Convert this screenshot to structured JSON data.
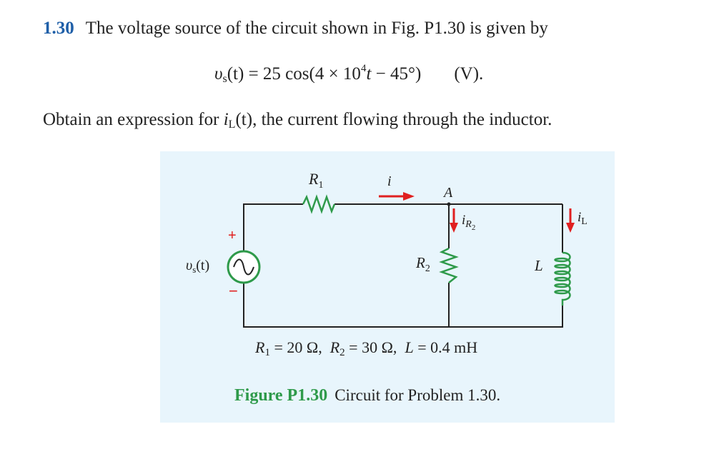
{
  "problem": {
    "number": "1.30",
    "statement": "The voltage source of the circuit shown in Fig. P1.30 is given by",
    "equation": {
      "lhs_var": "υ",
      "lhs_sub": "s",
      "lhs_arg": "(t)",
      "rhs_prefix": " = 25 cos(4 × 10",
      "rhs_exp": "4",
      "rhs_var": "t",
      "rhs_suffix": " − 45°)",
      "unit": "(V)."
    },
    "question_prefix": "Obtain an expression for ",
    "question_var": "i",
    "question_sub": "L",
    "question_arg": "(t)",
    "question_suffix": ", the current flowing through the inductor."
  },
  "figure": {
    "labels": {
      "r1": "R",
      "r1_sub": "1",
      "i": "i",
      "node_a": "A",
      "ir2": "i",
      "ir2_sub": "R",
      "ir2_subsub": "2",
      "r2": "R",
      "r2_sub": "2",
      "l": "L",
      "il": "i",
      "il_sub": "L",
      "vs": "υ",
      "vs_sub": "s",
      "vs_arg": "(t)",
      "plus": "+",
      "minus": "−"
    },
    "params": {
      "r1": "R",
      "r1_sub": "1",
      "r1_val": " = 20 Ω,",
      "r2": "R",
      "r2_sub": "2",
      "r2_val": " = 30 Ω,",
      "l": "L",
      "l_val": " = 0.4 mH"
    },
    "caption_label": "Figure P1.30",
    "caption_text": "Circuit for Problem 1.30.",
    "colors": {
      "background": "#e8f5fc",
      "wire": "#222222",
      "arrow": "#e02020",
      "source": "#2e9a4a",
      "caption_label": "#2e9a4a",
      "problem_number": "#1f5fa8"
    }
  }
}
